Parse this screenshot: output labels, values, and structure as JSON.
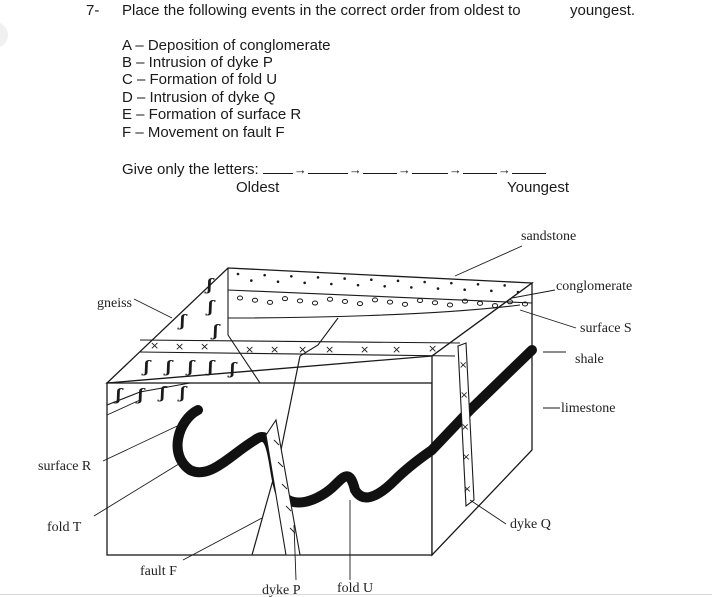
{
  "question": {
    "number": "7-",
    "prompt": "Place the following events in the correct order from oldest to",
    "prompt_end": "youngest.",
    "events": [
      {
        "id": "A",
        "text": "A – Deposition of conglomerate"
      },
      {
        "id": "B",
        "text": "B – Intrusion of dyke P"
      },
      {
        "id": "C",
        "text": "C – Formation of fold U"
      },
      {
        "id": "D",
        "text": "D – Intrusion of dyke Q"
      },
      {
        "id": "E",
        "text": "E – Formation of surface R"
      },
      {
        "id": "F",
        "text": "F – Movement on fault F"
      }
    ],
    "answer_prompt": "Give only the letters:",
    "arrow": "→",
    "oldest_label": "Oldest",
    "youngest_label": "Youngest"
  },
  "diagram": {
    "labels": {
      "sandstone": "sandstone",
      "conglomerate": "conglomerate",
      "surface_s": "surface S",
      "shale": "shale",
      "limestone": "limestone",
      "dyke_q": "dyke Q",
      "gneiss": "gneiss",
      "surface_r": "surface R",
      "fold_t": "fold T",
      "fault_f": "fault F",
      "dyke_p": "dyke P",
      "fold_u": "fold U"
    },
    "symbols": {
      "gneiss_mark": "ʃ",
      "dyke_mark": "×",
      "pebble": "o"
    }
  }
}
